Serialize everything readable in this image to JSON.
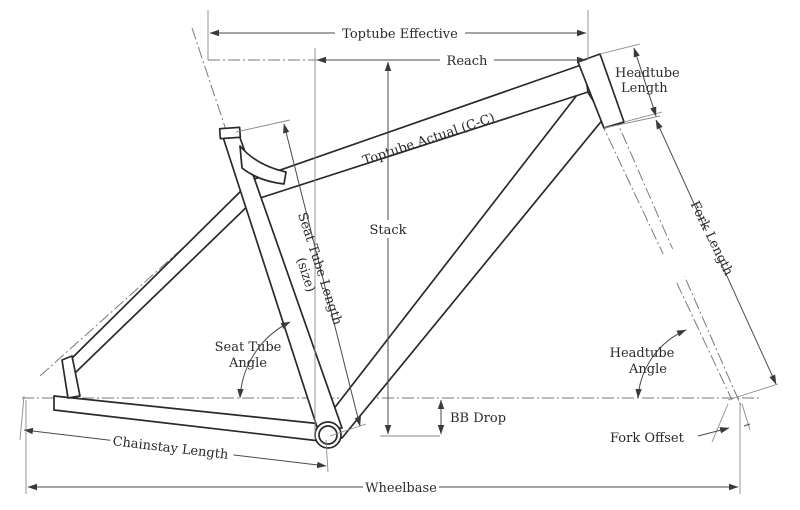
{
  "labels": {
    "toptube_effective": "Toptube Effective",
    "reach": "Reach",
    "headtube_length_1": "Headtube",
    "headtube_length_2": "Length",
    "toptube_actual": "Toptube Actual (C-C)",
    "stack": "Stack",
    "seat_tube_length_1": "Seat Tube Length",
    "seat_tube_length_2": "(size)",
    "fork_length": "Fork Length",
    "seat_tube_angle_1": "Seat Tube",
    "seat_tube_angle_2": "Angle",
    "headtube_angle_1": "Headtube",
    "headtube_angle_2": "Angle",
    "bb_drop": "BB Drop",
    "fork_offset": "Fork Offset",
    "chainstay_length": "Chainstay Length",
    "wheelbase": "Wheelbase"
  },
  "colors": {
    "line": "#2a2a2a",
    "dimension": "#4a4a4a",
    "centerline": "#7a7a7a",
    "background": "#ffffff"
  }
}
